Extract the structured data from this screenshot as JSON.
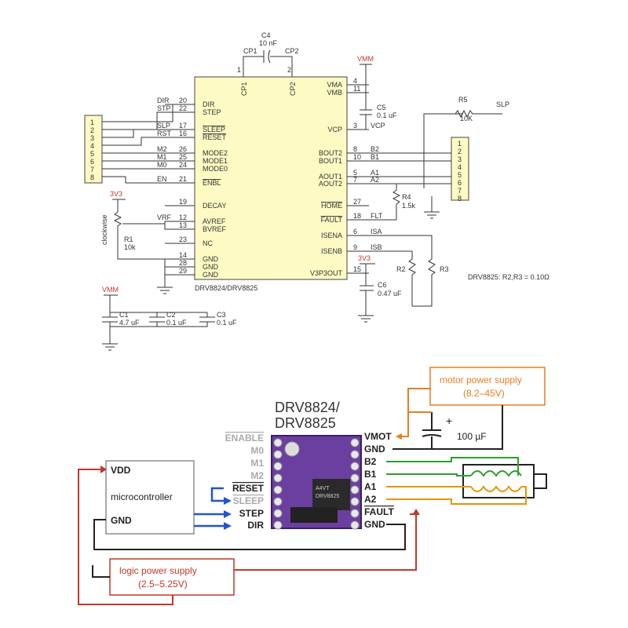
{
  "schematic": {
    "chip_name": "DRV8824/DRV8825",
    "cap_c4": {
      "name": "C4",
      "value": "10 nF",
      "cp1": "CP1",
      "cp2": "CP2",
      "pin1": "1",
      "pin2": "2"
    },
    "vmm": "VMM",
    "v3v3": "3V3",
    "left_pins": [
      {
        "num": "20",
        "name": "DIR",
        "net": "DIR"
      },
      {
        "num": "22",
        "name": "STEP",
        "net": "STP"
      },
      {
        "num": "17",
        "name": "SLEEP",
        "net": "SLP"
      },
      {
        "num": "16",
        "name": "RESET",
        "net": "RST"
      },
      {
        "num": "26",
        "name": "MODE2",
        "net": "M2"
      },
      {
        "num": "25",
        "name": "MODE1",
        "net": "M1"
      },
      {
        "num": "24",
        "name": "MODE0",
        "net": "M0"
      },
      {
        "num": "21",
        "name": "ENBL",
        "net": "EN"
      },
      {
        "num": "19",
        "name": "DECAY",
        "net": ""
      },
      {
        "num": "12",
        "name": "AVREF",
        "net": "VRF"
      },
      {
        "num": "13",
        "name": "BVREF",
        "net": ""
      },
      {
        "num": "23",
        "name": "NC",
        "net": ""
      },
      {
        "num": "14",
        "name": "GND",
        "net": ""
      },
      {
        "num": "28",
        "name": "GND",
        "net": ""
      },
      {
        "num": "29",
        "name": "GND",
        "net": ""
      }
    ],
    "right_pins": [
      {
        "num": "4",
        "name": "VMA",
        "net": ""
      },
      {
        "num": "11",
        "name": "VMB",
        "net": ""
      },
      {
        "num": "3",
        "name": "VCP",
        "net": "VCP"
      },
      {
        "num": "8",
        "name": "BOUT2",
        "net": "B2"
      },
      {
        "num": "10",
        "name": "BOUT1",
        "net": "B1"
      },
      {
        "num": "5",
        "name": "AOUT1",
        "net": "A1"
      },
      {
        "num": "7",
        "name": "AOUT2",
        "net": "A2"
      },
      {
        "num": "27",
        "name": "HOME",
        "net": ""
      },
      {
        "num": "18",
        "name": "FAULT",
        "net": "FLT"
      },
      {
        "num": "6",
        "name": "ISENA",
        "net": "ISA"
      },
      {
        "num": "9",
        "name": "ISENB",
        "net": "ISB"
      },
      {
        "num": "15",
        "name": "V3P3OUT",
        "net": ""
      }
    ],
    "header_left": [
      "1",
      "2",
      "3",
      "4",
      "5",
      "6",
      "7",
      "8"
    ],
    "header_right": [
      "1",
      "2",
      "3",
      "4",
      "5",
      "6",
      "7",
      "8"
    ],
    "c5": {
      "name": "C5",
      "value": "0.1 uF"
    },
    "r5": {
      "name": "R5",
      "value": "10K",
      "net": "SLP"
    },
    "r4": {
      "name": "R4",
      "value": "1.5k"
    },
    "r1": {
      "name": "R1",
      "value": "10k",
      "note": "clockwise"
    },
    "r2": "R2",
    "r3": "R3",
    "c6": {
      "name": "C6",
      "value": "0.47 uF"
    },
    "c1": {
      "name": "C1",
      "value": "4.7 uF"
    },
    "c2": {
      "name": "C2",
      "value": "0.1 uF"
    },
    "c3": {
      "name": "C3",
      "value": "0.1 uF"
    },
    "sense_note": "DRV8825: R2,R3 = 0.10Ω"
  },
  "wiring": {
    "title_line1": "DRV8824/",
    "title_line2": "DRV8825",
    "left_labels": [
      "ENABLE",
      "M0",
      "M1",
      "M2",
      "RESET",
      "SLEEP",
      "STEP",
      "DIR"
    ],
    "right_labels": [
      "VMOT",
      "GND",
      "B2",
      "B1",
      "A1",
      "A2",
      "FAULT",
      "GND"
    ],
    "motor_supply_line1": "motor power supply",
    "motor_supply_line2": "(8.2–45V)",
    "capacitor_value": "100 µF",
    "capacitor_plus": "+",
    "mcu_vdd": "VDD",
    "mcu_name": "microcontroller",
    "mcu_gnd": "GND",
    "logic_supply_line1": "logic power supply",
    "logic_supply_line2": "(2.5–5.25V)",
    "board_text_1": "A4VT",
    "board_text_2": "DRV8825",
    "colors": {
      "motor_supply": "#e67e22",
      "logic_supply": "#c0392b",
      "signal": "#2255cc",
      "coil_a": "#e69500",
      "coil_b": "#2e9e2e",
      "board": "#6a3fa0"
    }
  }
}
